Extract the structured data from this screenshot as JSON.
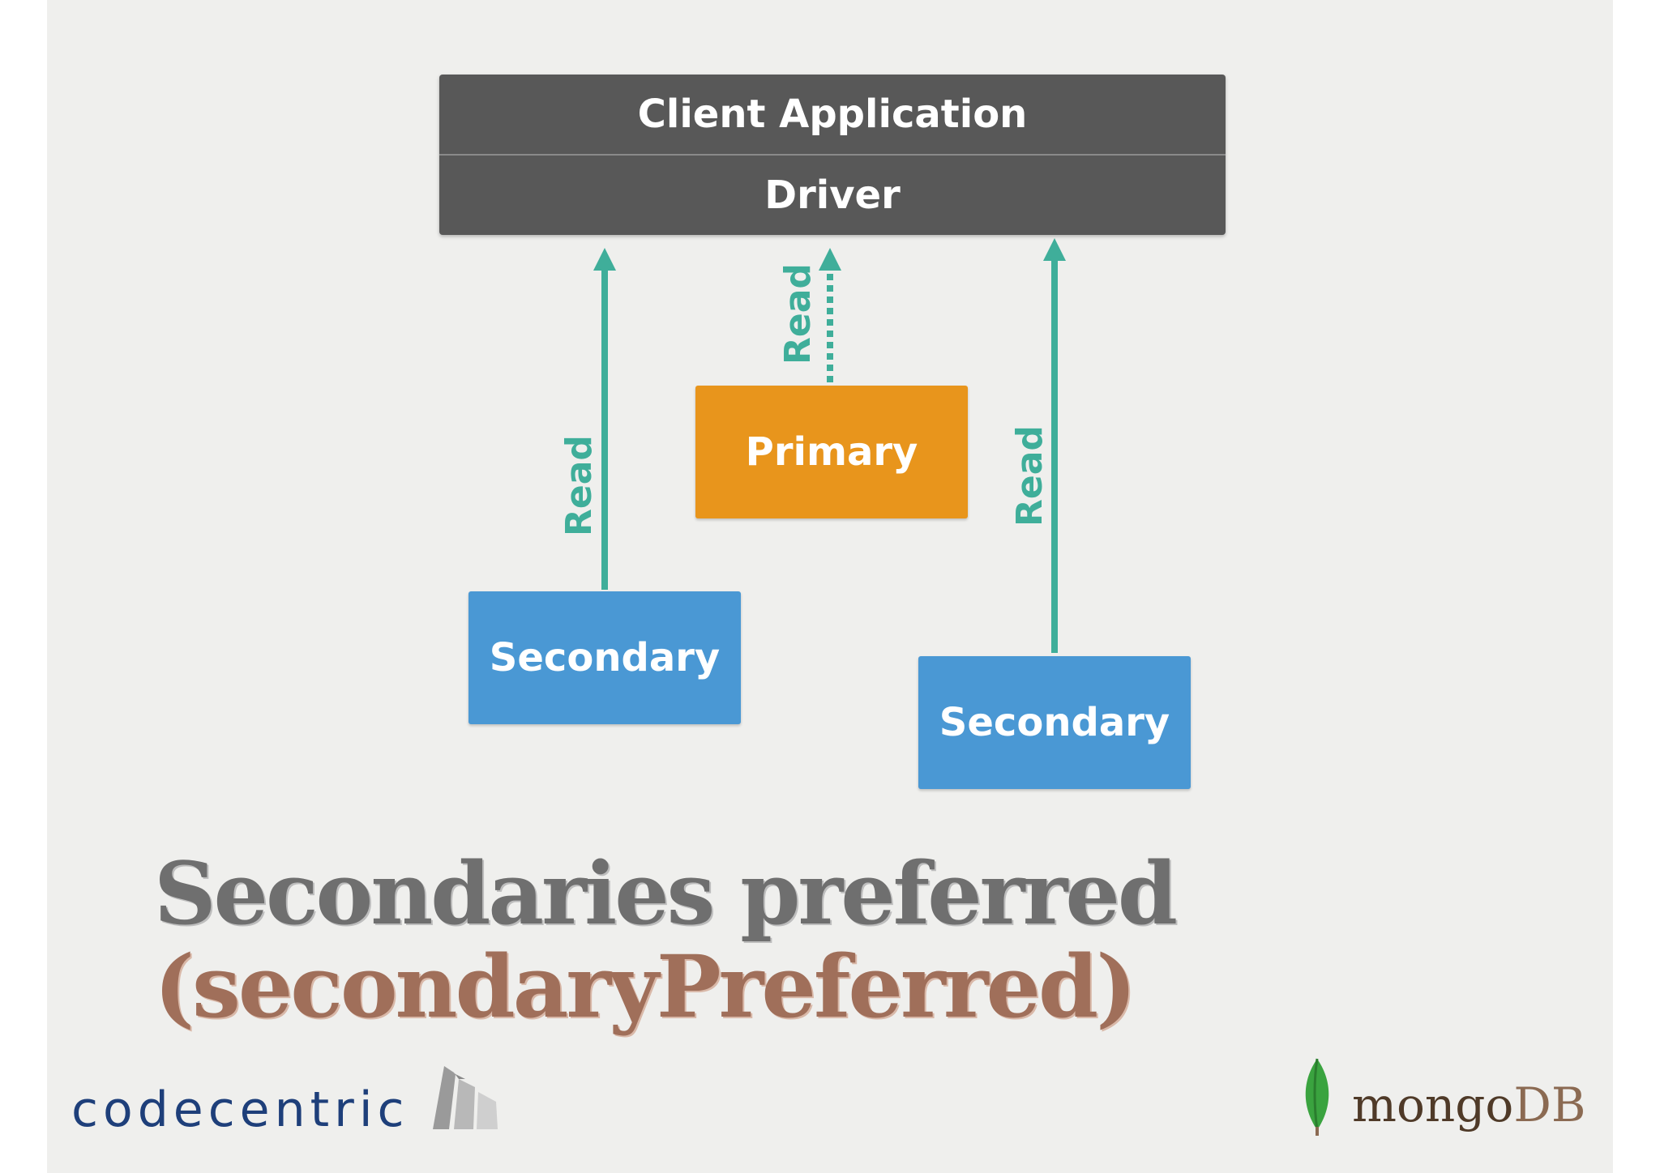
{
  "stack": {
    "app_label": "Client Application",
    "driver_label": "Driver"
  },
  "nodes": {
    "primary": "Primary",
    "secondary_left": "Secondary",
    "secondary_right": "Secondary"
  },
  "arrows": {
    "left": "Read",
    "center": "Read",
    "right": "Read"
  },
  "title": {
    "line1": "Secondaries preferred",
    "line2": "(secondaryPreferred)"
  },
  "logos": {
    "codecentric": "codecentric",
    "mongo_a": "mongo",
    "mongo_b": "DB"
  },
  "colors": {
    "primary": "#e8951c",
    "secondary": "#4a98d4",
    "driver": "#585858",
    "arrow": "#3fae9a",
    "title_gray": "#6f6f6f",
    "title_brown": "#a06f5a"
  },
  "icons": {
    "codecentric_mark": "codecentric-building-icon",
    "mongo_mark": "mongodb-leaf-icon"
  }
}
